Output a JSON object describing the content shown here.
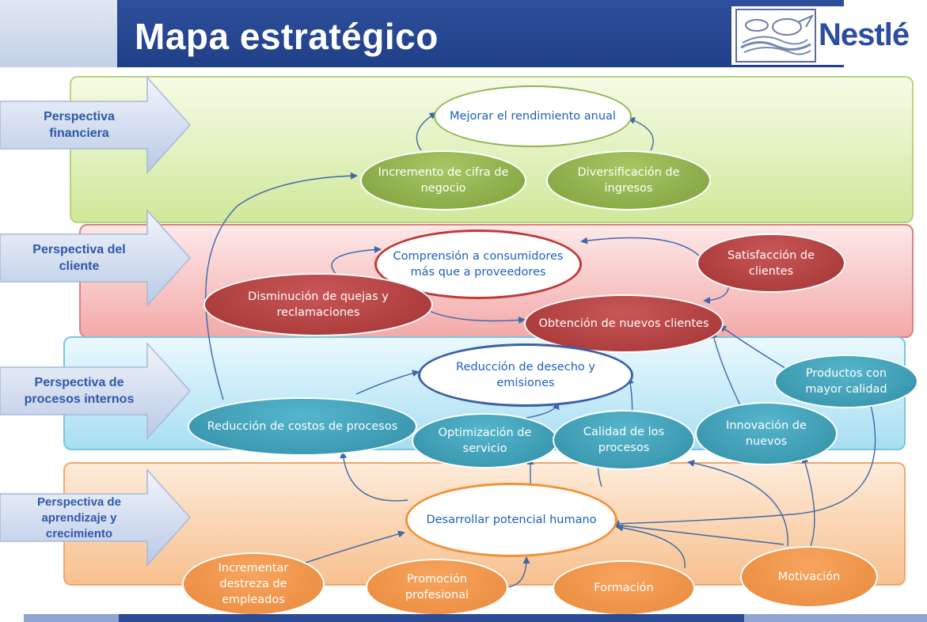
{
  "header": {
    "title": "Mapa estratégico",
    "logo_text": "Nestlé"
  },
  "perspectives": [
    {
      "label": "Perspectiva financiera"
    },
    {
      "label": "Perspectiva del cliente"
    },
    {
      "label": "Perspectiva de procesos internos"
    },
    {
      "label": "Perspectiva de aprendizaje y crecimiento"
    }
  ],
  "nodes": {
    "mejorar_rendimiento": "Mejorar el rendimiento anual",
    "incremento_cifra": "Incremento de cifra de negocio",
    "diversificacion": "Diversificación de ingresos",
    "comprension": "Comprensión a consumidores más que a proveedores",
    "satisfaccion": "Satisfacción de clientes",
    "disminucion_quejas": "Disminución de quejas y reclamaciones",
    "obtencion_clientes": "Obtención de nuevos clientes",
    "reduccion_desecho": "Reducción de desecho y emisiones",
    "productos_calidad": "Productos con mayor calidad",
    "reduccion_costos": "Reducción de costos de procesos",
    "optimizacion": "Optimización de servicio",
    "calidad_procesos": "Calidad de los procesos",
    "innovacion": "Innovación de nuevos",
    "desarrollar": "Desarrollar potencial humano",
    "incrementar_destreza": "Incrementar destreza de empleados",
    "promocion": "Promoción profesional",
    "formacion": "Formación",
    "motivacion": "Motivación"
  },
  "colors": {
    "header_blue": "#203f88",
    "financial": "#cfe89a",
    "client": "#f3aaaa",
    "process": "#a7def2",
    "learning": "#f7c08f",
    "connector": "#3f67a8"
  }
}
